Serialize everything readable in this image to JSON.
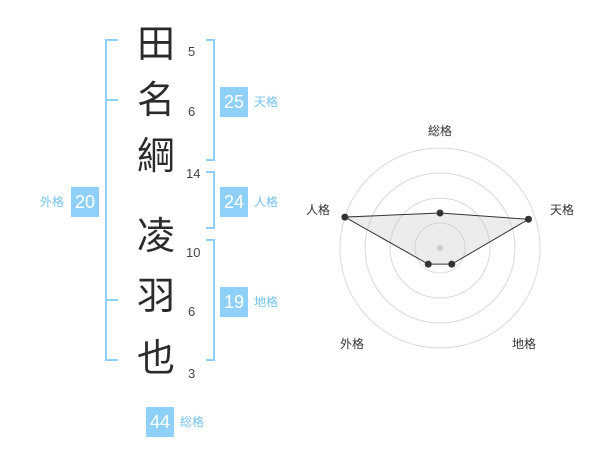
{
  "accent_color": "#8ed0f7",
  "name_characters": [
    {
      "char": "田",
      "strokes": "5"
    },
    {
      "char": "名",
      "strokes": "6"
    },
    {
      "char": "綱",
      "strokes": "14"
    },
    {
      "char": "凌",
      "strokes": "10"
    },
    {
      "char": "羽",
      "strokes": "6"
    },
    {
      "char": "也",
      "strokes": "3"
    }
  ],
  "fortune": {
    "tenkaku": {
      "value": "25",
      "label": "天格"
    },
    "jinkaku": {
      "value": "24",
      "label": "人格"
    },
    "chikaku": {
      "value": "19",
      "label": "地格"
    },
    "gaikaku": {
      "value": "20",
      "label": "外格"
    },
    "soukaku": {
      "value": "44",
      "label": "総格"
    }
  },
  "radar": {
    "axes": [
      "総格",
      "天格",
      "地格",
      "外格",
      "人格"
    ],
    "levels": 4,
    "values": [
      0.35,
      0.93,
      0.2,
      0.2,
      1.0
    ]
  }
}
